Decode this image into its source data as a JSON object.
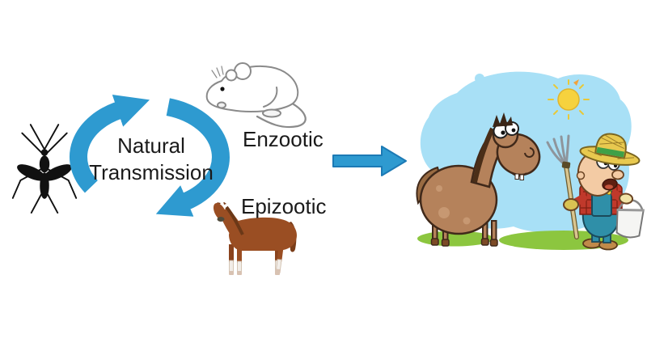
{
  "figure": {
    "cycle": {
      "line1": "Natural",
      "line2": "Transmission"
    },
    "enzootic_label": "Enzootic",
    "epizootic_label": "Epizootic",
    "colors": {
      "arrow_blue": "#2E9AD0",
      "arrow_border": "#1C7AB5",
      "text_black": "#1A1A1A",
      "mosquito_black": "#111111",
      "horse_brown": "#9A4E23",
      "horse_dark": "#7A3C18",
      "cartoon_horse_brown": "#B5825B",
      "sky_blue": "#A8E0F6",
      "sun_yellow": "#F6D23E",
      "grass_green": "#8CC63F",
      "farmer_skin": "#F3CBA4",
      "hat_straw": "#E8C94F",
      "shirt_red": "#C0392B",
      "overalls_teal": "#2F8FA8"
    },
    "icons": [
      "mosquito-icon",
      "cycle-arrows-icon",
      "mouse-icon",
      "horse-icon",
      "right-arrow-icon",
      "sun-icon",
      "cartoon-horse",
      "farmer",
      "pitchfork-icon",
      "bucket-icon",
      "grass",
      "sky-blob"
    ]
  }
}
